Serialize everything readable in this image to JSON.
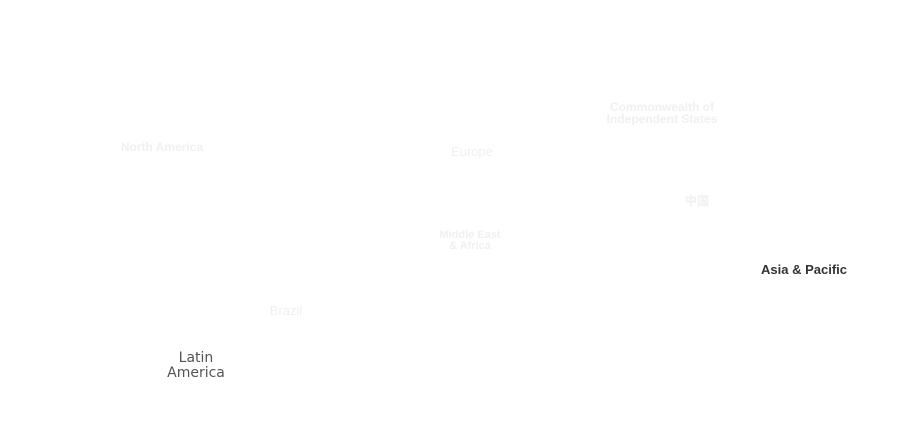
{
  "map": {
    "regions": {
      "north_america": "North America",
      "europe": "Europe",
      "cis_line1": "Commonwealth of",
      "cis_line2": "Independent States",
      "china": "中国",
      "mea_line1": "Middle East",
      "mea_line2": "& Africa",
      "asia_pacific": "Asia & Pacific",
      "brazil": "Brazil",
      "latin_line1": "Latin",
      "latin_line2": "America"
    },
    "colors": {
      "faint": "#f0f0f0",
      "selected": "#333333",
      "hover": "#555555"
    }
  }
}
